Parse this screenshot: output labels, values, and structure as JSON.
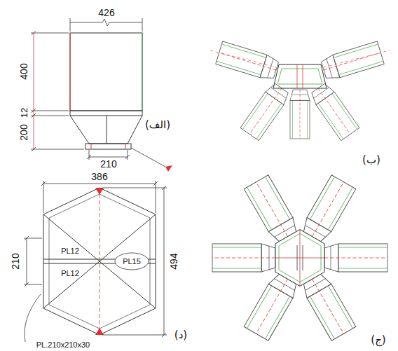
{
  "diagram": {
    "labels": [
      "426",
      "400",
      "12",
      "200",
      "(الف)",
      "210",
      "(ب)",
      "386",
      "210",
      "PL12",
      "PL12",
      "PL15",
      "494",
      "PL.210x210x30",
      "(د)",
      "(ج)"
    ]
  }
}
